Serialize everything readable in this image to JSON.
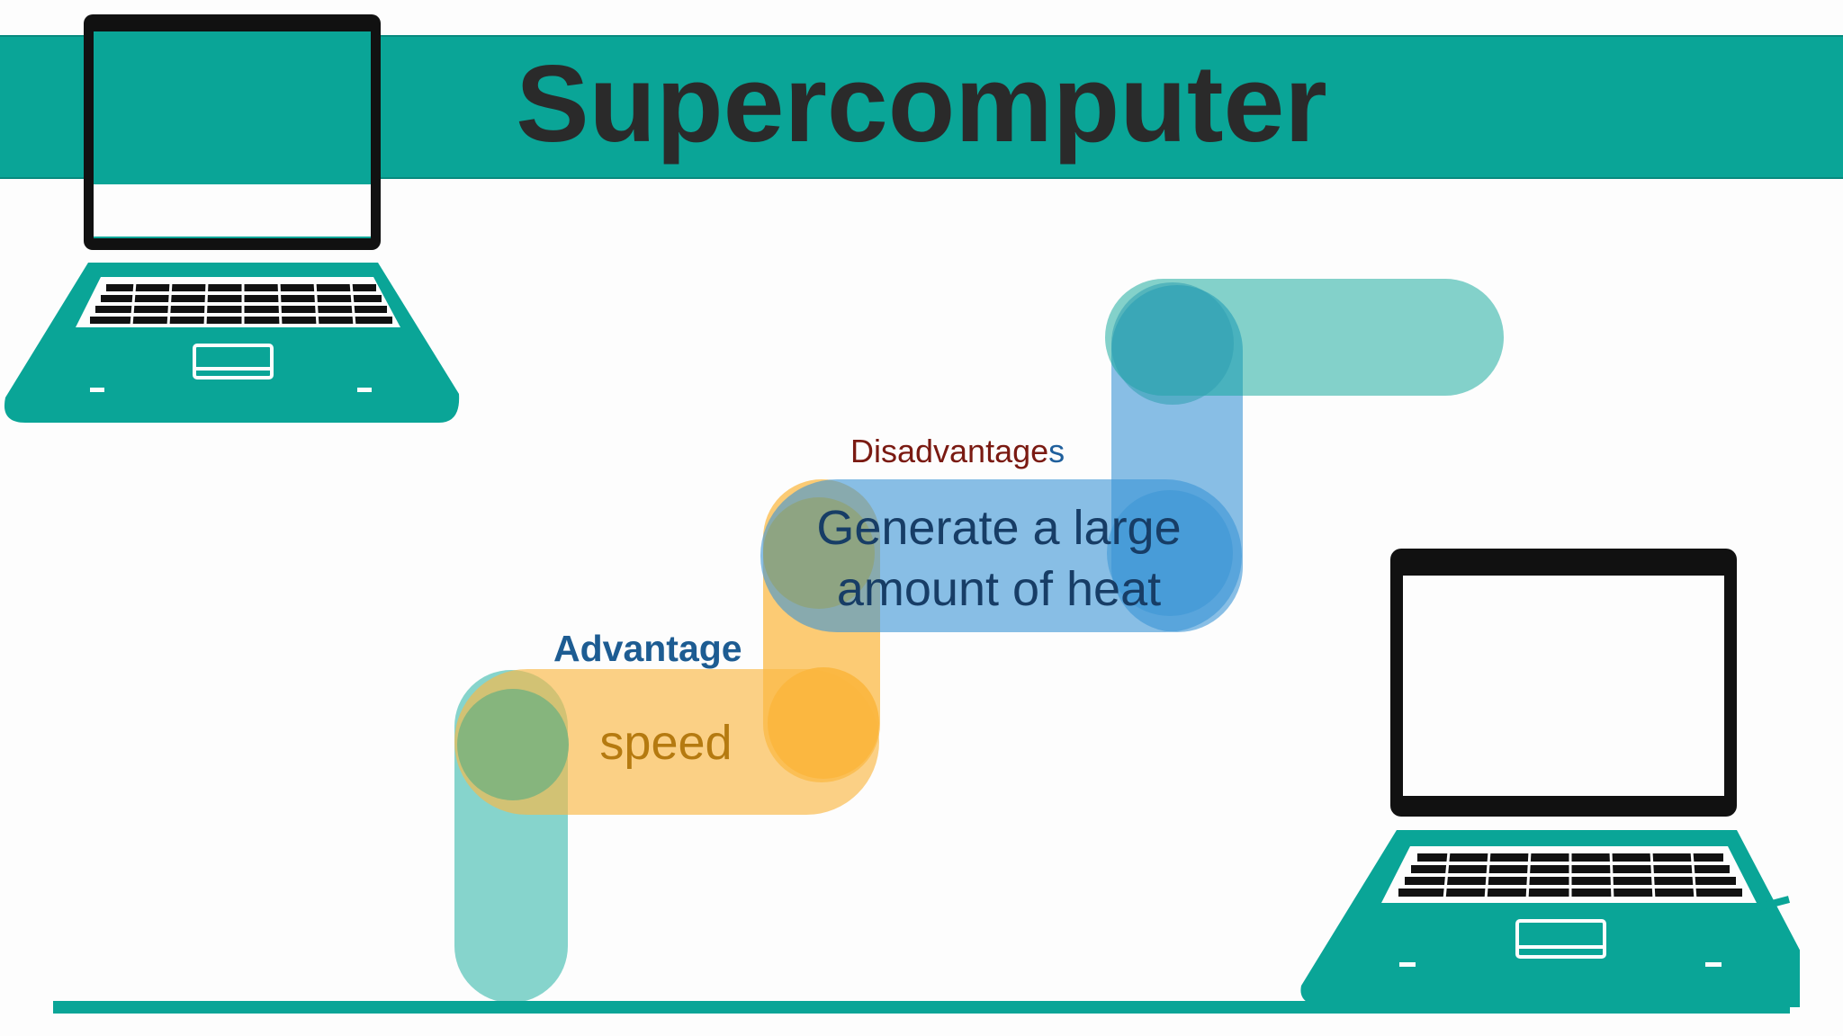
{
  "slide": {
    "title": "Supercomputer"
  },
  "diagram": {
    "advantage_heading": "Advantage",
    "advantage_item": "speed",
    "disadvantages_heading_main": "Disadvantage",
    "disadvantages_heading_tail": "s",
    "disadvantage_item": "Generate a large amount of heat"
  },
  "colors": {
    "banner": "#0aa597",
    "teal_band": "#7fd2c9",
    "orange_band": "#fbb945",
    "blue_band": "#3a95d6",
    "advantage_text": "#1d5c92",
    "disadvantage_text": "#7a1a12",
    "speed_text": "#b57a10",
    "heat_text": "#173d66"
  },
  "icons": [
    "laptop-icon-left",
    "laptop-icon-right"
  ]
}
